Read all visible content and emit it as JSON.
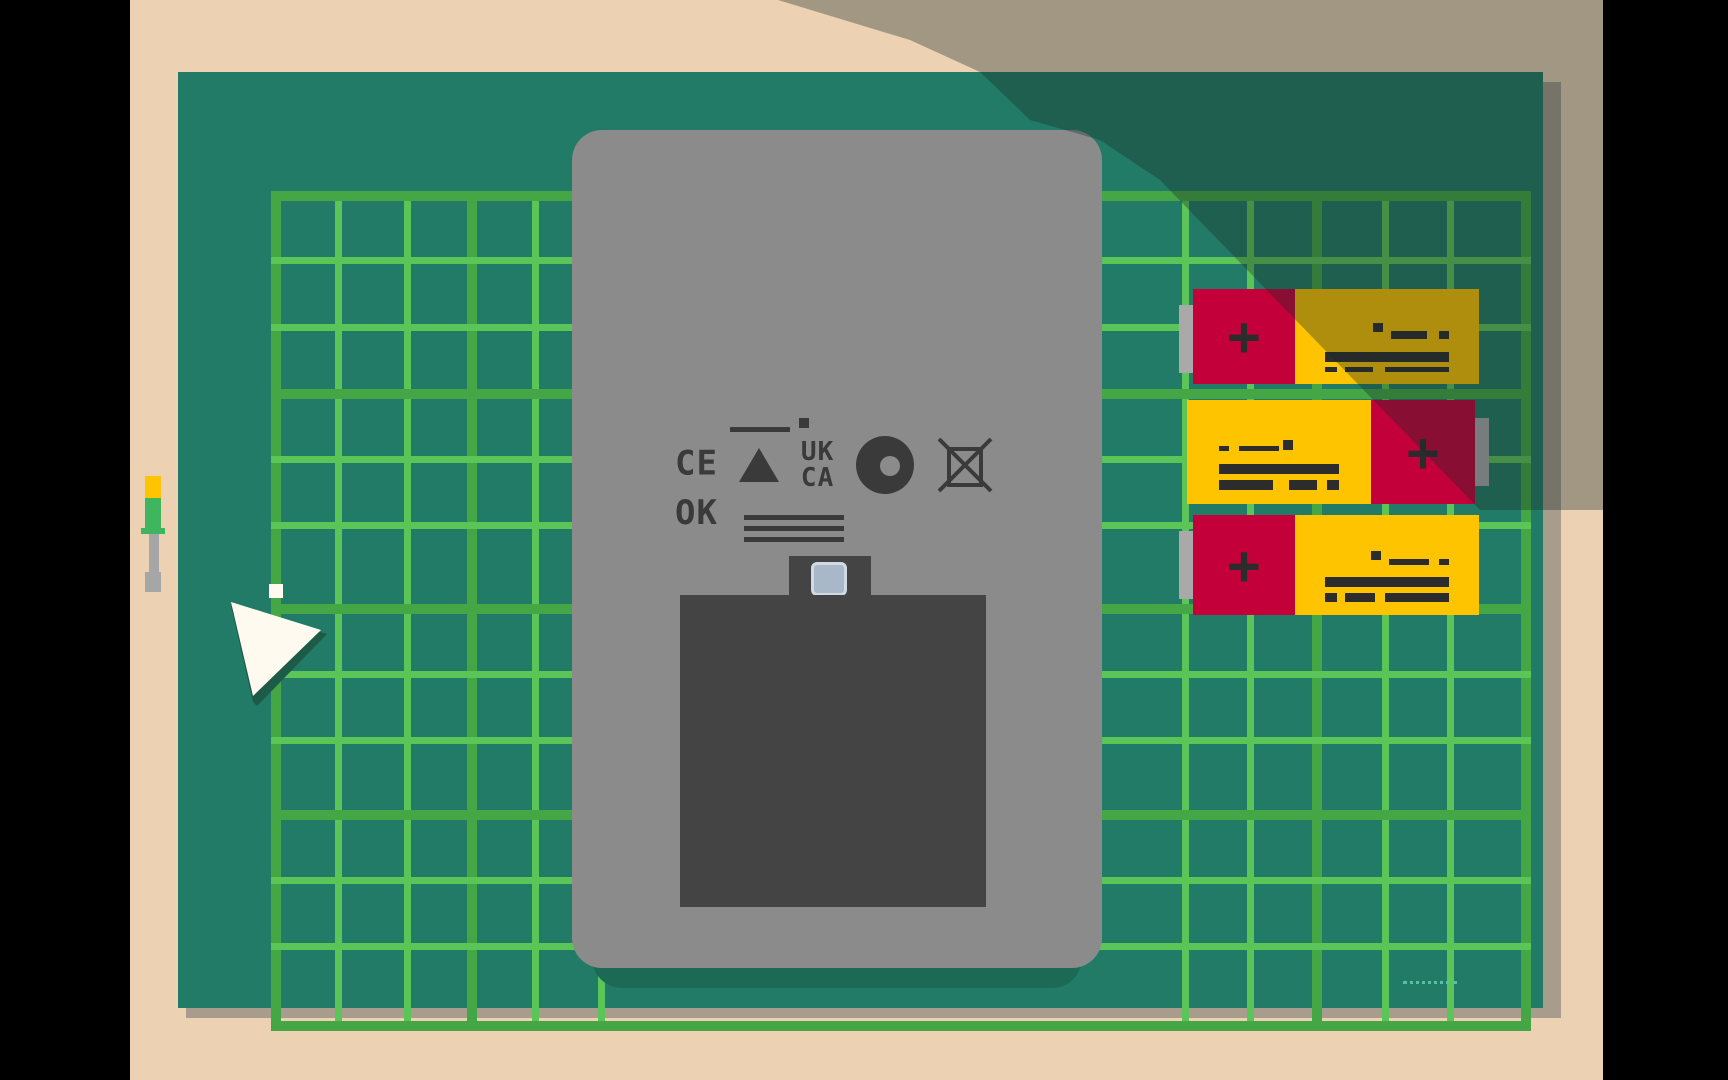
{
  "scene": {
    "title": "Battery compartment puzzle",
    "background_color": "#ecd2b2",
    "mat_color": "#227b66",
    "grid_line_color": "#5cc558",
    "device_color": "#8b8b8b"
  },
  "device": {
    "compliance_marks": [
      "CE",
      "UK",
      "CA",
      "OK"
    ],
    "icons": [
      "warning-triangle-icon",
      "recycle-circle-icon",
      "crossed-bin-icon"
    ],
    "compartment": "open"
  },
  "batteries": [
    {
      "id": 1,
      "orientation": "plus-left",
      "symbol": "+"
    },
    {
      "id": 2,
      "orientation": "plus-right",
      "symbol": "+"
    },
    {
      "id": 3,
      "orientation": "plus-left",
      "symbol": "+"
    }
  ],
  "tools": {
    "screwdriver": "screwdriver-icon"
  },
  "label": {
    "line1": "CE",
    "line2a": "UK",
    "line2b": "CA",
    "line3": "OK"
  }
}
